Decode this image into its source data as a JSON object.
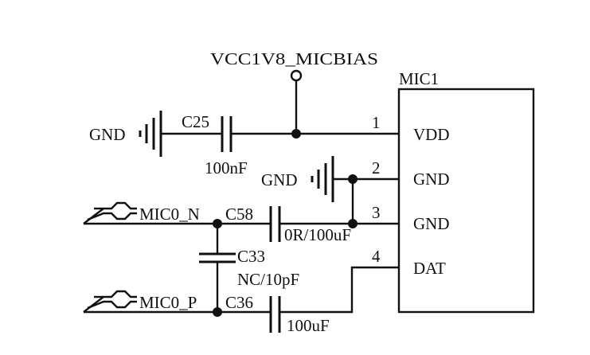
{
  "schematic": {
    "power_net": {
      "label": "VCC1V8_MICBIAS"
    },
    "component": {
      "ref": "MIC1",
      "pins": [
        {
          "number": "1",
          "name": "VDD"
        },
        {
          "number": "2",
          "name": "GND"
        },
        {
          "number": "3",
          "name": "GND"
        },
        {
          "number": "4",
          "name": "DAT"
        }
      ]
    },
    "ground_labels": [
      "GND",
      "GND"
    ],
    "capacitors": [
      {
        "ref": "C25",
        "value": "100nF"
      },
      {
        "ref": "C58",
        "value": "0R/100uF"
      },
      {
        "ref": "C33",
        "value": "NC/10pF"
      },
      {
        "ref": "C36",
        "value": "100uF"
      }
    ],
    "ports": [
      {
        "label": "MIC0_N"
      },
      {
        "label": "MIC0_P"
      }
    ],
    "colors": {
      "ink": "#111111",
      "background": "#ffffff"
    }
  }
}
